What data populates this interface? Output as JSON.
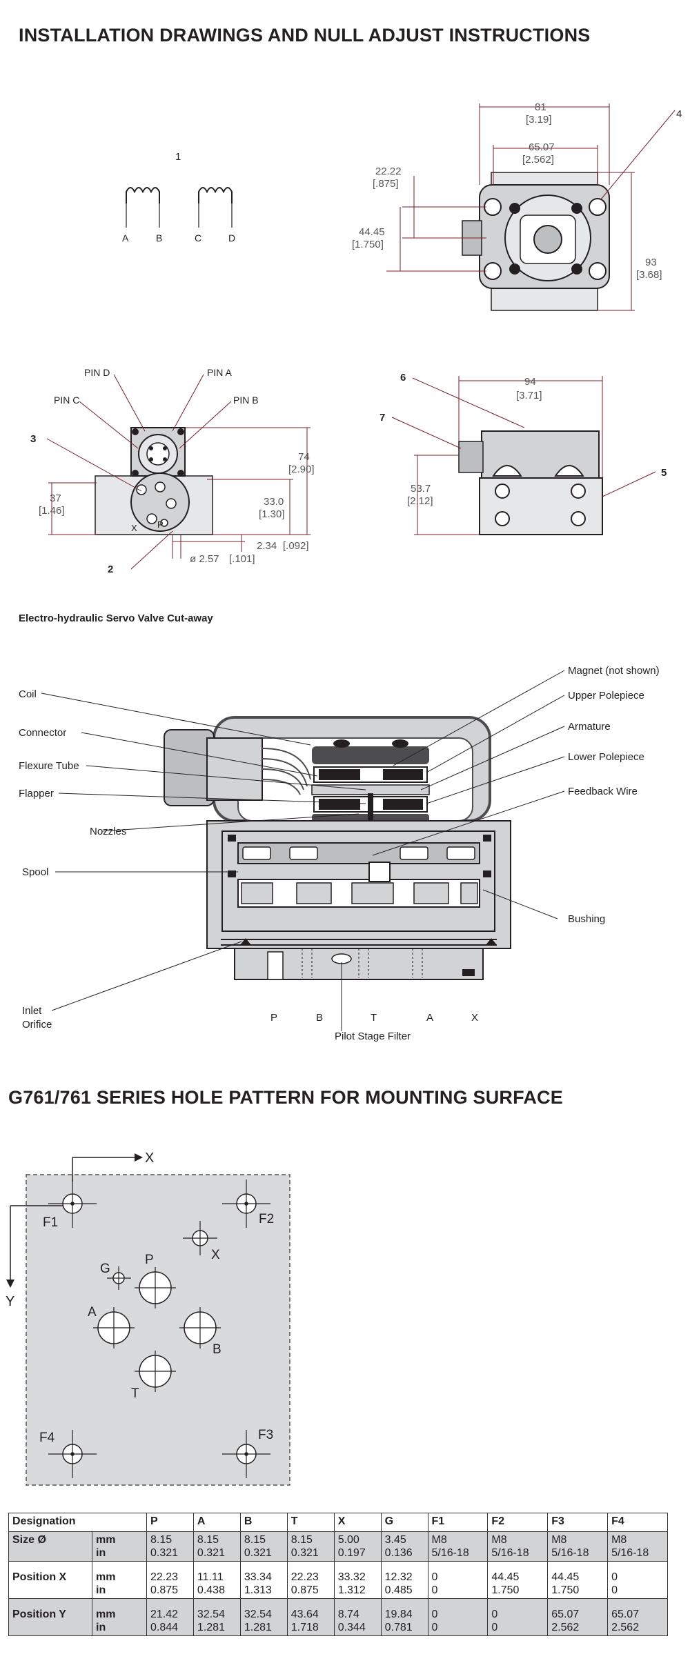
{
  "headings": {
    "installation": "INSTALLATION DRAWINGS AND NULL ADJUST INSTRUCTIONS",
    "cutaway": "Electro-hydraulic Servo Valve Cut-away",
    "hole_pattern": "G761/761 SERIES HOLE PATTERN FOR MOUNTING SURFACE"
  },
  "coil_diagram": {
    "number": "1",
    "pins": [
      "A",
      "B",
      "C",
      "D"
    ]
  },
  "top_view": {
    "callout": "4",
    "dims": [
      {
        "mm": "81",
        "in": "[3.19]"
      },
      {
        "mm": "65.07",
        "in": "[2.562]"
      },
      {
        "mm": "22.22",
        "in": "[.875]"
      },
      {
        "mm": "44.45",
        "in": "[1.750]"
      },
      {
        "mm": "93",
        "in": "[3.68]"
      }
    ]
  },
  "front_view": {
    "pin_labels": [
      "PIN D",
      "PIN A",
      "PIN C",
      "PIN B"
    ],
    "callouts": [
      "3",
      "2"
    ],
    "port_marks": [
      "X",
      "P"
    ],
    "dims": [
      {
        "mm": "74",
        "in": "[2.90]"
      },
      {
        "mm": "37",
        "in": "[1.46]"
      },
      {
        "mm": "33.0",
        "in": "[1.30]"
      },
      {
        "mm": "2.34",
        "in": "[.092]"
      },
      {
        "mm": "ø 2.57",
        "in": "[.101]"
      }
    ]
  },
  "side_view": {
    "callouts": [
      "6",
      "7",
      "5"
    ],
    "dims": [
      {
        "mm": "94",
        "in": "[3.71]"
      },
      {
        "mm": "53.7",
        "in": "[2.12]"
      }
    ]
  },
  "cutaway": {
    "left_labels": [
      "Coil",
      "Connector",
      "Flexure Tube",
      "Flapper",
      "Nozzles",
      "Spool",
      "Inlet",
      "Orifice"
    ],
    "right_labels": [
      "Magnet (not shown)",
      "Upper Polepiece",
      "Armature",
      "Lower Polepiece",
      "Feedback Wire",
      "Bushing"
    ],
    "ports": [
      "P",
      "B",
      "T",
      "A",
      "X"
    ],
    "filter_label": "Pilot Stage Filter",
    "colors": {
      "body": "#d1d3d4",
      "dark": "#231f20",
      "frame": "#4d4d4f"
    }
  },
  "hole_pattern": {
    "axes": [
      "X",
      "Y"
    ],
    "holes": [
      "F1",
      "F2",
      "X",
      "G",
      "P",
      "A",
      "B",
      "T",
      "F4",
      "F3"
    ],
    "plate_color": "#d9dadb"
  },
  "table": {
    "headers": [
      "Designation",
      "P",
      "A",
      "B",
      "T",
      "X",
      "G",
      "F1",
      "F2",
      "F3",
      "F4"
    ],
    "units": [
      "mm",
      "in"
    ],
    "rows": [
      {
        "label": "Size Ø",
        "mm": [
          "8.15",
          "8.15",
          "8.15",
          "8.15",
          "5.00",
          "3.45",
          "M8",
          "M8",
          "M8",
          "M8"
        ],
        "in": [
          "0.321",
          "0.321",
          "0.321",
          "0.321",
          "0.197",
          "0.136",
          "5/16-18",
          "5/16-18",
          "5/16-18",
          "5/16-18"
        ]
      },
      {
        "label": "Position X",
        "mm": [
          "22.23",
          "11.11",
          "33.34",
          "22.23",
          "33.32",
          "12.32",
          "0",
          "44.45",
          "44.45",
          "0"
        ],
        "in": [
          "0.875",
          "0.438",
          "1.313",
          "0.875",
          "1.312",
          "0.485",
          "0",
          "1.750",
          "1.750",
          "0"
        ]
      },
      {
        "label": "Position Y",
        "mm": [
          "21.42",
          "32.54",
          "32.54",
          "43.64",
          "8.74",
          "19.84",
          "0",
          "0",
          "65.07",
          "65.07"
        ],
        "in": [
          "0.844",
          "1.281",
          "1.281",
          "1.718",
          "0.344",
          "0.781",
          "0",
          "0",
          "2.562",
          "2.562"
        ]
      }
    ]
  }
}
